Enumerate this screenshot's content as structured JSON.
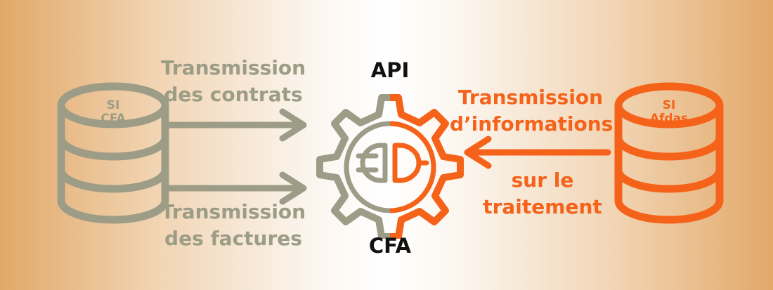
{
  "colors": {
    "cfa": "#9c9c87",
    "afdas": "#f5631a",
    "text_dark": "#111111"
  },
  "left_db": {
    "line1": "SI",
    "line2": "CFA"
  },
  "right_db": {
    "line1": "SI",
    "line2": "Afdas"
  },
  "left_top_label": {
    "line1": "Transmission",
    "line2": "des contrats"
  },
  "left_bottom_label": {
    "line1": "Transmission",
    "line2": "des factures"
  },
  "right_top_label": {
    "line1": "Transmission",
    "line2": "d’informations"
  },
  "right_bottom_label": {
    "line1": "sur le",
    "line2": "traitement"
  },
  "gear_top_label": "API",
  "gear_bottom_label": "CFA",
  "icons": [
    "database-icon",
    "gear-icon",
    "plug-icon",
    "arrow-right-icon",
    "arrow-left-icon"
  ]
}
